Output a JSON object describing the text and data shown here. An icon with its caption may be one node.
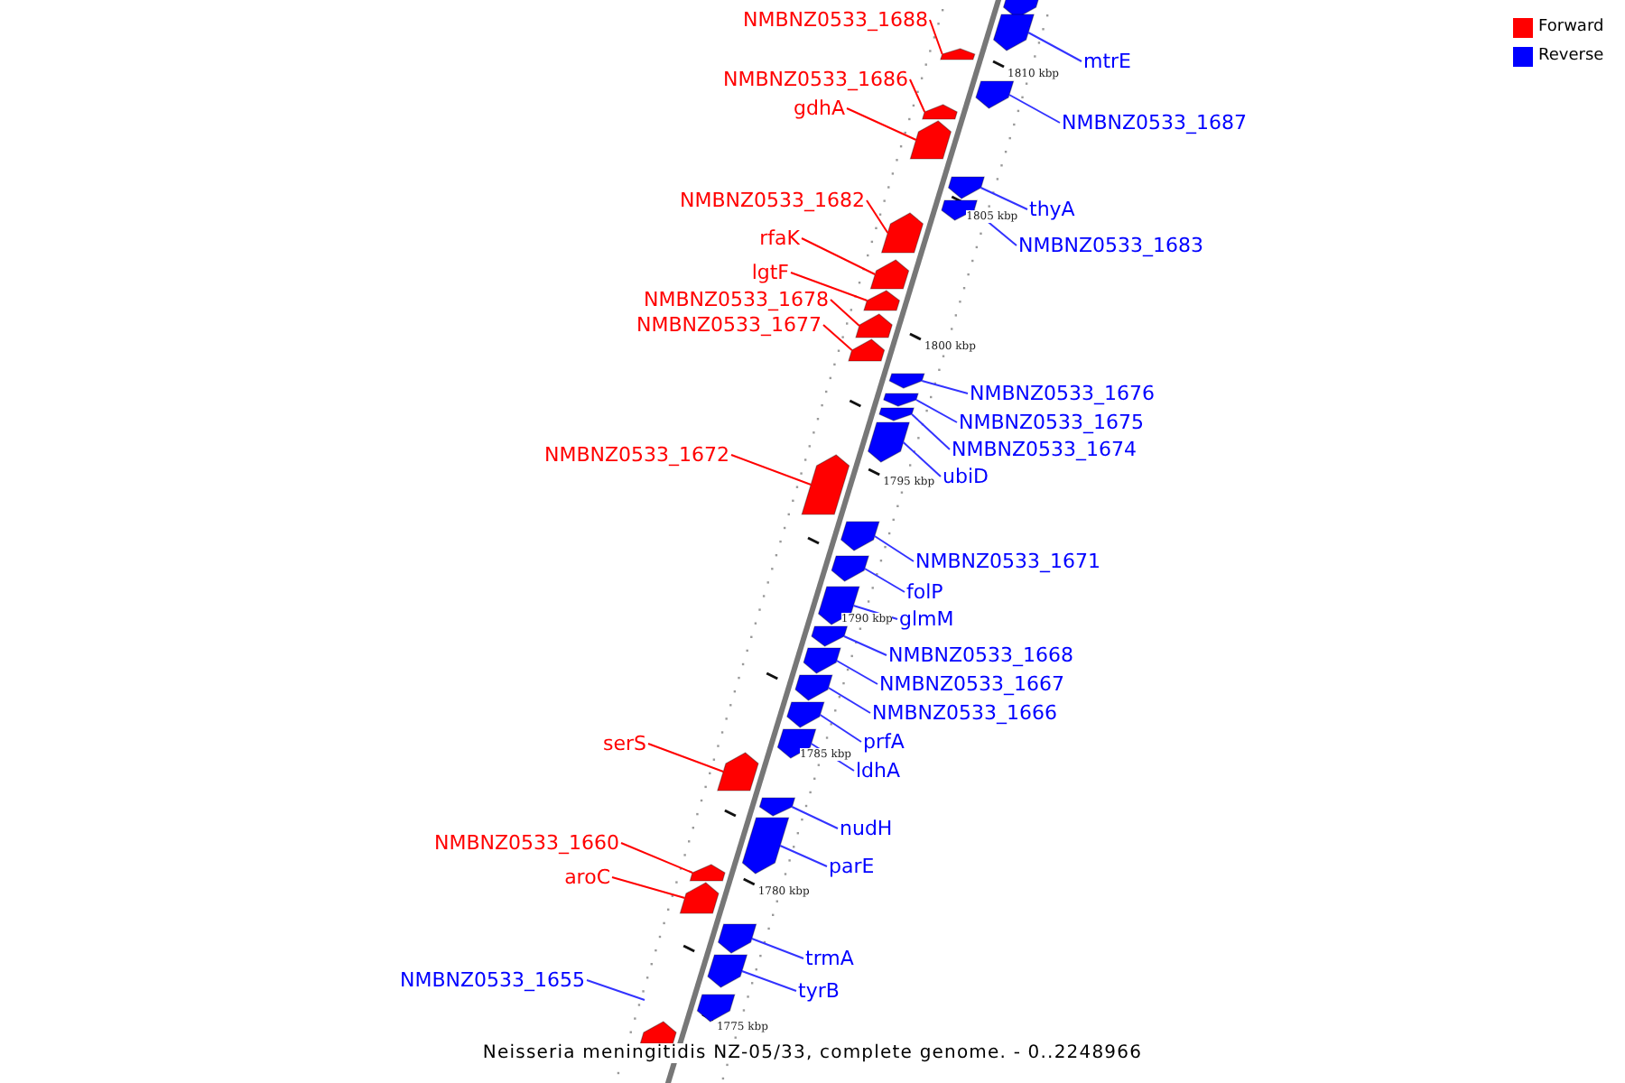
{
  "diagram": {
    "caption": "Neisseria meningitidis NZ-05/33, complete genome. - 0..2248966",
    "nodes": [
      {
        "text": [],
        "shape": "box"
      },
      {
        "text": [
          "NMBNZ0533_1688"
        ]
      },
      {
        "text": [],
        "shape": "box"
      },
      {
        "text": [
          "mtrE"
        ]
      },
      {
        "text": [],
        "shape": "box"
      },
      {
        "text": [
          "NMBNZ0533_1686"
        ]
      },
      {
        "text": [],
        "shape": "box"
      },
      {
        "text": [
          "gdhA"
        ]
      },
      {
        "text": [],
        "shape": "box"
      },
      {
        "text": [
          "NMBNZ0533_1687"
        ]
      },
      {
        "text": [],
        "shape": "box"
      },
      {
        "text": [
          "NMBNZ0533_1682"
        ]
      },
      {
        "text": [],
        "shape": "box"
      },
      {
        "text": [
          "thyA"
        ]
      },
      {
        "text": [],
        "shape": "box"
      },
      {
        "text": [
          "rfaK"
        ]
      },
      {
        "text": [],
        "shape": "box"
      },
      {
        "text": [
          "NMBNZ0533_1683"
        ]
      },
      {
        "text": [],
        "shape": "box"
      },
      {
        "text": [
          "lgtF"
        ]
      },
      {
        "text": [],
        "shape": "box"
      },
      {
        "text": [
          "NMBNZ0533_1678"
        ]
      },
      {
        "text": [],
        "shape": "box"
      },
      {
        "text": [
          "NMBNZ0533_1677"
        ]
      },
      {
        "text": [],
        "shape": "box"
      },
      {
        "text": [
          "NMBNZ0533_1676"
        ]
      },
      {
        "text": [],
        "shape": "box"
      },
      {
        "text": [
          "NMBNZ0533_1675"
        ]
      },
      {
        "text": [],
        "shape": "box"
      },
      {
        "text": [
          "NMBNZ0533_1674"
        ]
      },
      {
        "text": [],
        "shape": "box"
      },
      {
        "text": [
          "NMBNZ0533_1672"
        ]
      },
      {
        "text": [],
        "shape": "box"
      },
      {
        "text": [
          "ubiD"
        ]
      },
      {
        "text": [],
        "shape": "box"
      },
      {
        "text": [
          "NMBNZ0533_1671"
        ]
      },
      {
        "text": [],
        "shape": "box"
      },
      {
        "text": [
          "folP"
        ]
      },
      {
        "text": [],
        "shape": "box"
      },
      {
        "text": [
          "glmM"
        ]
      },
      {
        "text": [],
        "shape": "box"
      },
      {
        "text": [
          "NMBNZ0533_1668"
        ]
      },
      {
        "text": [],
        "shape": "box"
      },
      {
        "text": [
          "NMBNZ0533_1667"
        ]
      },
      {
        "text": [],
        "shape": "box"
      },
      {
        "text": [
          "NMBNZ0533_1666"
        ]
      },
      {
        "text": [],
        "shape": "box"
      },
      {
        "text": [
          "prfA"
        ]
      },
      {
        "text": [],
        "shape": "box"
      },
      {
        "text": [
          "serS"
        ]
      },
      {
        "text": [],
        "shape": "box"
      },
      {
        "text": [
          "ldhA"
        ]
      },
      {
        "text": [],
        "shape": "box"
      },
      {
        "text": [
          "nudH"
        ]
      },
      {
        "text": [],
        "shape": "box"
      },
      {
        "text": [
          "NMBNZ0533_1660"
        ]
      },
      {
        "text": [],
        "shape": "box"
      },
      {
        "text": [
          "parE"
        ]
      },
      {
        "text": [],
        "shape": "box"
      },
      {
        "text": [
          "aroC"
        ]
      },
      {
        "text": [],
        "shape": "box"
      },
      {
        "text": [
          "trmA"
        ]
      },
      {
        "text": [],
        "shape": "box"
      },
      {
        "text": [
          "NMBNZ0533_1655"
        ]
      },
      {
        "text": [
          "tyrB"
        ]
      },
      {
        "text": [],
        "shape": "box"
      },
      {
        "text": [],
        "shape": "box"
      },
      {
        "text": [],
        "shape": "box"
      }
    ],
    "edges": [
      {
        "from": 1,
        "to": 2,
        "arrow": "none",
        "color": "#ff0000"
      },
      {
        "from": 3,
        "to": 4,
        "arrow": "none"
      },
      {
        "from": 5,
        "to": 6,
        "arrow": "none",
        "color": "#ff0000"
      },
      {
        "from": 7,
        "to": 8,
        "arrow": "none",
        "color": "#ff0000"
      },
      {
        "from": 9,
        "to": 10,
        "arrow": "none"
      },
      {
        "from": 11,
        "to": 12,
        "arrow": "none",
        "color": "#ff0000"
      },
      {
        "from": 13,
        "to": 14,
        "arrow": "none"
      },
      {
        "from": 15,
        "to": 16,
        "arrow": "none",
        "color": "#ff0000"
      },
      {
        "from": 17,
        "to": 18,
        "arrow": "none"
      },
      {
        "from": 19,
        "to": 20,
        "arrow": "none",
        "color": "#ff0000"
      },
      {
        "from": 21,
        "to": 22,
        "arrow": "none",
        "color": "#ff0000"
      },
      {
        "from": 23,
        "to": 24,
        "arrow": "none",
        "color": "#ff0000"
      },
      {
        "from": 25,
        "to": 26,
        "arrow": "none"
      },
      {
        "from": 27,
        "to": 28,
        "arrow": "none"
      },
      {
        "from": 29,
        "to": 30,
        "arrow": "none"
      },
      {
        "from": 31,
        "to": 32,
        "arrow": "none",
        "color": "#ff0000"
      },
      {
        "from": 33,
        "to": 34,
        "arrow": "none"
      },
      {
        "from": 35,
        "to": 36,
        "arrow": "none"
      },
      {
        "from": 37,
        "to": 38,
        "arrow": "none"
      },
      {
        "from": 39,
        "to": 40,
        "arrow": "none"
      },
      {
        "from": 41,
        "to": 42,
        "arrow": "none"
      },
      {
        "from": 43,
        "to": 44,
        "arrow": "none"
      },
      {
        "from": 45,
        "to": 46,
        "arrow": "none"
      },
      {
        "from": 47,
        "to": 48,
        "arrow": "none"
      },
      {
        "from": 49,
        "to": 50,
        "arrow": "none",
        "color": "#ff0000"
      },
      {
        "from": 51,
        "to": 52,
        "arrow": "none"
      },
      {
        "from": 53,
        "to": 54,
        "arrow": "none"
      },
      {
        "from": 55,
        "to": 56,
        "arrow": "none",
        "color": "#ff0000"
      },
      {
        "from": 57,
        "to": 58,
        "arrow": "none"
      },
      {
        "from": 59,
        "to": 60,
        "arrow": "none",
        "color": "#ff0000"
      },
      {
        "from": 61,
        "to": 62,
        "arrow": "none"
      },
      {
        "from": 63,
        "to": null,
        "arrow": "none"
      },
      {
        "from": 64,
        "to": 65,
        "arrow": "none"
      }
    ],
    "labels": [
      "1810 kbp",
      "1805 kbp",
      "1800 kbp",
      "1795 kbp",
      "1790 kbp",
      "1785 kbp",
      "1780 kbp",
      "1775 kbp"
    ],
    "legend": [
      {
        "text": "Forward",
        "color": "#ff0000"
      },
      {
        "text": "Reverse",
        "color": "#0000ff"
      }
    ]
  }
}
